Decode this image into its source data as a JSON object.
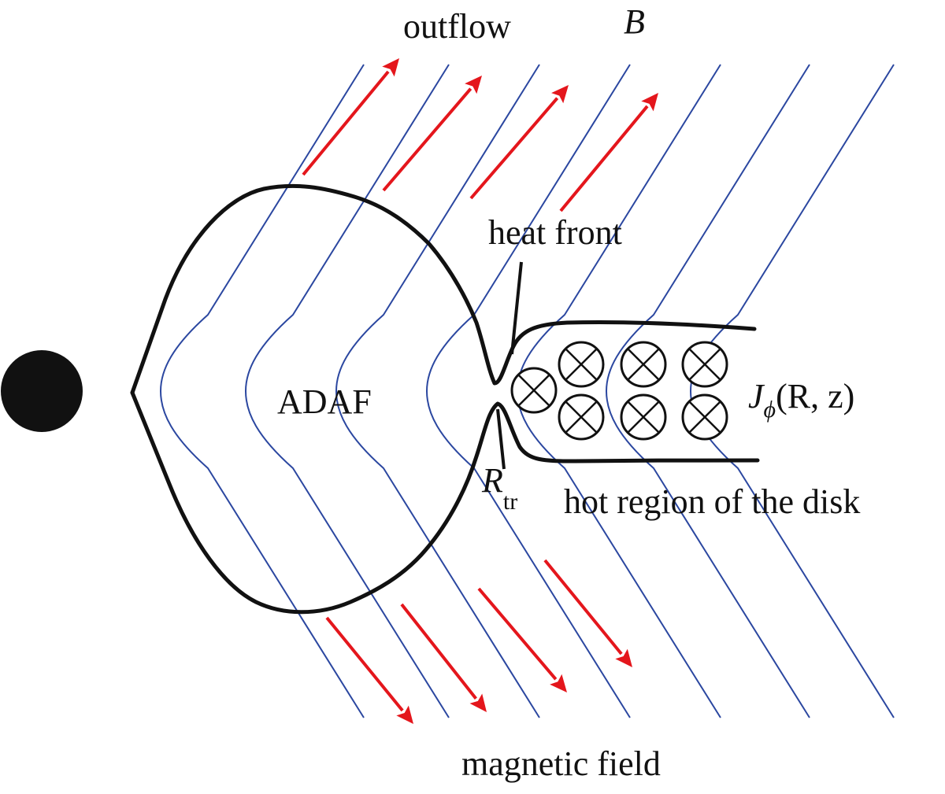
{
  "colors": {
    "field_line": "#2b47a0",
    "outflow_arrow": "#e4161c",
    "ink": "#111111"
  },
  "labels": {
    "outflow": "outflow",
    "b_field": "B",
    "heat_front": "heat front",
    "adaf": "ADAF",
    "current_j": "J",
    "current_sub": "ϕ",
    "current_args": "(R, z)",
    "rtr_main": "R",
    "rtr_sub": "tr",
    "hot_region": "hot region of the disk",
    "magnetic_field": "magnetic field"
  },
  "icons": {
    "black_hole": "filled-circle",
    "current": "circled-cross"
  }
}
